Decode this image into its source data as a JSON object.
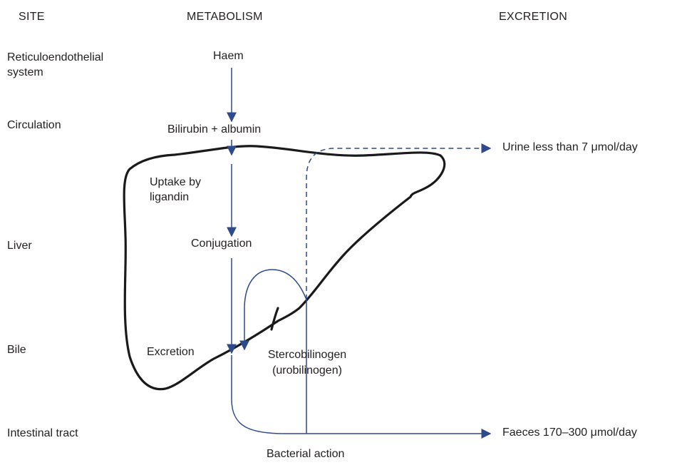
{
  "headers": {
    "site": "SITE",
    "metabolism": "METABOLISM",
    "excretion": "EXCRETION"
  },
  "sites": {
    "reticuloendothelial_line1": "Reticuloendothelial",
    "reticuloendothelial_line2": "system",
    "circulation": "Circulation",
    "liver": "Liver",
    "bile": "Bile",
    "intestinal_tract": "Intestinal tract"
  },
  "metabolism": {
    "haem": "Haem",
    "bilirubin_albumin": "Bilirubin + albumin",
    "uptake_line1": "Uptake by",
    "uptake_line2": "ligandin",
    "conjugation": "Conjugation",
    "excretion": "Excretion",
    "stercobilinogen_line1": "Stercobilinogen",
    "stercobilinogen_line2": "(urobilinogen)",
    "bacterial_action": "Bacterial action"
  },
  "excretion": {
    "urine": "Urine less than 7 μmol/day",
    "faeces": "Faeces 170–300 μmol/day"
  },
  "colors": {
    "flow": "#2e4a8c",
    "outline": "#1a1a1a",
    "text": "#231f20"
  }
}
